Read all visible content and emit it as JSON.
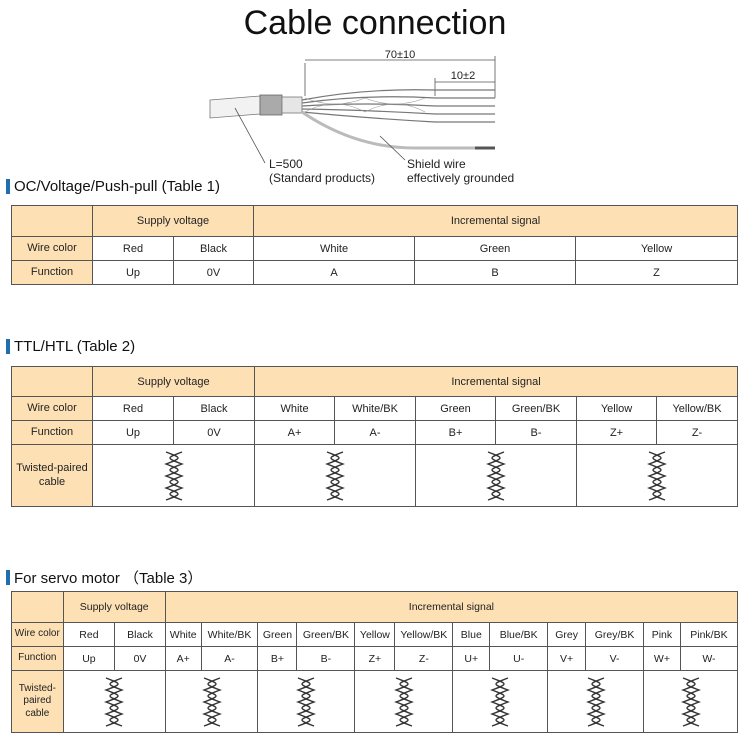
{
  "title": "Cable connection",
  "diagram": {
    "dim_total": "70±10",
    "dim_strip": "10±2",
    "length_label": "L=500",
    "length_note": "(Standard products)",
    "shield_label_line1": "Shield wire",
    "shield_label_line2": "effectively grounded"
  },
  "table1": {
    "heading": "OC/Voltage/Push-pull  (Table 1)",
    "group_supply": "Supply voltage",
    "group_signal": "Incremental signal",
    "row_color_label": "Wire color",
    "row_function_label": "Function",
    "colors": [
      "Red",
      "Black",
      "White",
      "Green",
      "Yellow"
    ],
    "functions": [
      "Up",
      "0V",
      "A",
      "B",
      "Z"
    ]
  },
  "table2": {
    "heading": "TTL/HTL  (Table 2)",
    "group_supply": "Supply voltage",
    "group_signal": "Incremental signal",
    "row_color_label": "Wire color",
    "row_function_label": "Function",
    "row_twisted_label": "Twisted-paired cable",
    "colors": [
      "Red",
      "Black",
      "White",
      "White/BK",
      "Green",
      "Green/BK",
      "Yellow",
      "Yellow/BK"
    ],
    "functions": [
      "Up",
      "0V",
      "A+",
      "A-",
      "B+",
      "B-",
      "Z+",
      "Z-"
    ]
  },
  "table3": {
    "heading": "For servo motor  （Table 3）",
    "group_supply": "Supply voltage",
    "group_signal": "Incremental signal",
    "row_color_label": "Wire color",
    "row_function_label": "Function",
    "row_twisted_label": "Twisted-paired cable",
    "colors": [
      "Red",
      "Black",
      "White",
      "White/BK",
      "Green",
      "Green/BK",
      "Yellow",
      "Yellow/BK",
      "Blue",
      "Blue/BK",
      "Grey",
      "Grey/BK",
      "Pink",
      "Pink/BK"
    ],
    "functions": [
      "Up",
      "0V",
      "A+",
      "A-",
      "B+",
      "B-",
      "Z+",
      "Z-",
      "U+",
      "U-",
      "V+",
      "V-",
      "W+",
      "W-"
    ]
  },
  "colors": {
    "header_fill": "#fde1b5",
    "heading_bar": "#1f6fb0",
    "border": "#555555"
  }
}
